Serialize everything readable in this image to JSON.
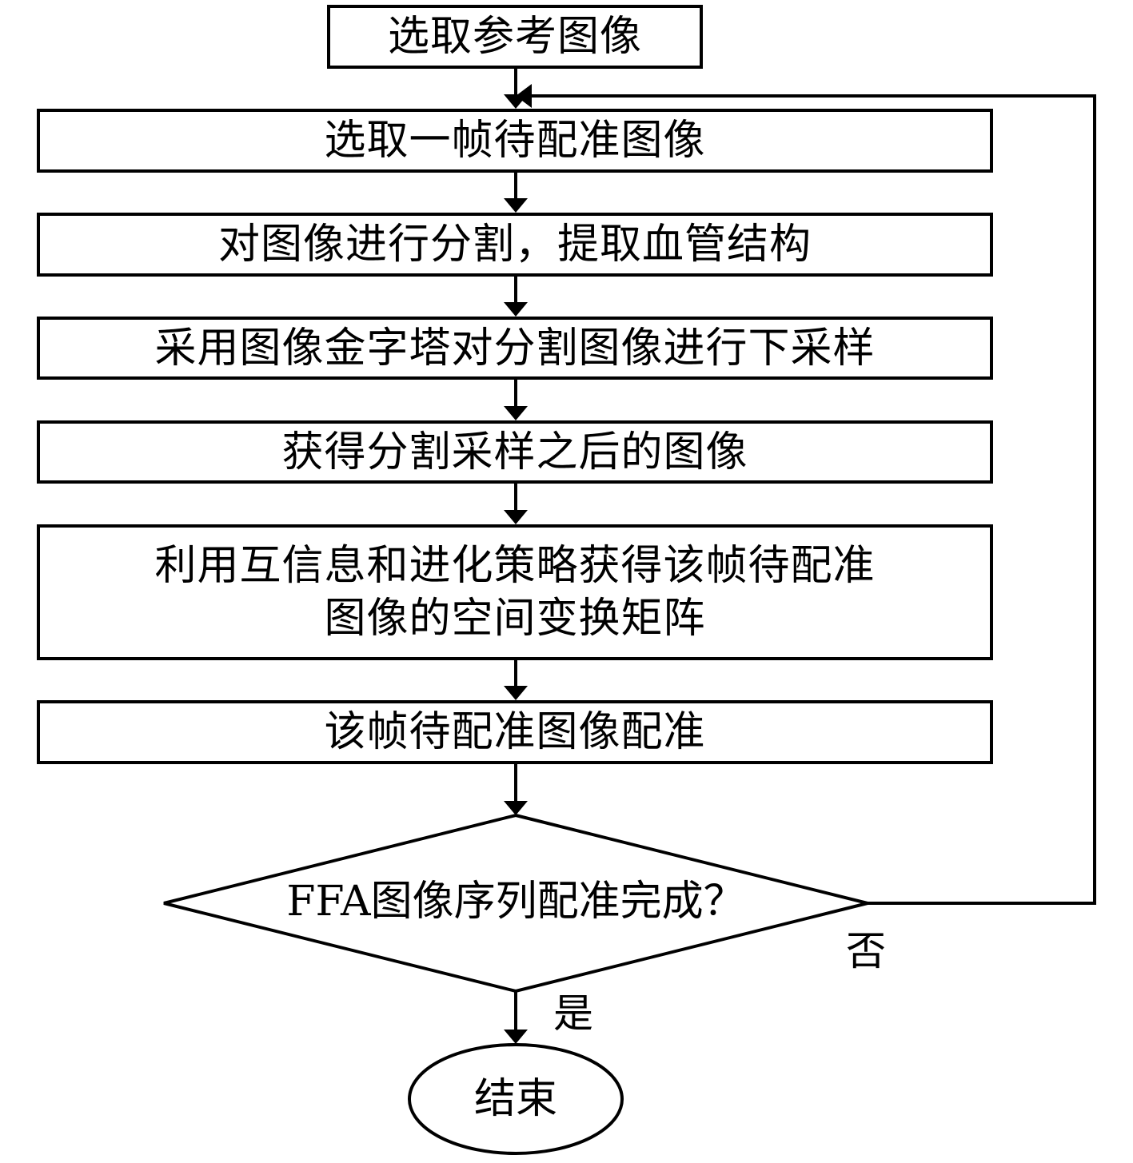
{
  "flowchart": {
    "start_step": "选取参考图像",
    "step_select_frame": "选取一帧待配准图像",
    "step_segment": "对图像进行分割，提取血管结构",
    "step_pyramid": "采用图像金字塔对分割图像进行下采样",
    "step_obtain_image": "获得分割采样之后的图像",
    "step_transform": "利用互信息和进化策略获得该帧待配准\n图像的空间变换矩阵",
    "step_register": "该帧待配准图像配准",
    "decision": "FFA图像序列配准完成？",
    "decision_no": "否",
    "decision_yes": "是",
    "end": "结束"
  }
}
